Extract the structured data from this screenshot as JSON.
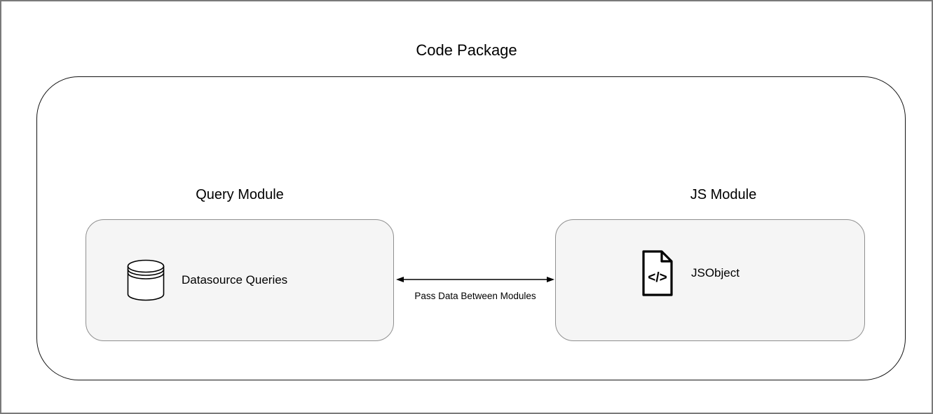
{
  "frame": {
    "background": "#ffffff",
    "border_color": "#7a7a7a"
  },
  "diagram": {
    "title": "Code Package",
    "container": {
      "border_color": "#141414",
      "background": "#ffffff"
    },
    "node_style": {
      "background": "#f5f5f5",
      "border_color": "#8f8f8f",
      "text_color": "#000000"
    },
    "modules": [
      {
        "heading": "Query Module",
        "item_label": "Datasource Queries",
        "icon": "database-icon"
      },
      {
        "heading": "JS Module",
        "item_label": "JSObject",
        "icon": "code-file-icon",
        "icon_glyph": "</>"
      }
    ],
    "connector": {
      "type": "double-arrow",
      "label": "Pass Data Between Modules"
    }
  }
}
